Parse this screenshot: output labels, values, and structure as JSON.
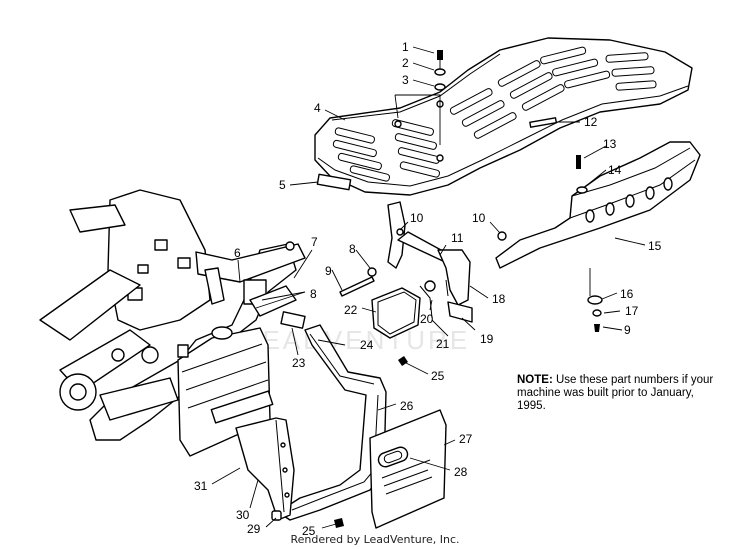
{
  "callouts": [
    "1",
    "2",
    "3",
    "4",
    "5",
    "6",
    "7",
    "8",
    "8",
    "9",
    "9",
    "10",
    "10",
    "11",
    "12",
    "13",
    "14",
    "15",
    "16",
    "17",
    "18",
    "19",
    "20",
    "21",
    "22",
    "23",
    "24",
    "25",
    "25",
    "26",
    "27",
    "28",
    "29",
    "30",
    "31"
  ],
  "note": {
    "label": "NOTE:",
    "text": "Use these part numbers if your machine was built prior to January, 1995."
  },
  "watermark": "LEADVENTURE",
  "footer": "Rendered by LeadVenture, Inc."
}
